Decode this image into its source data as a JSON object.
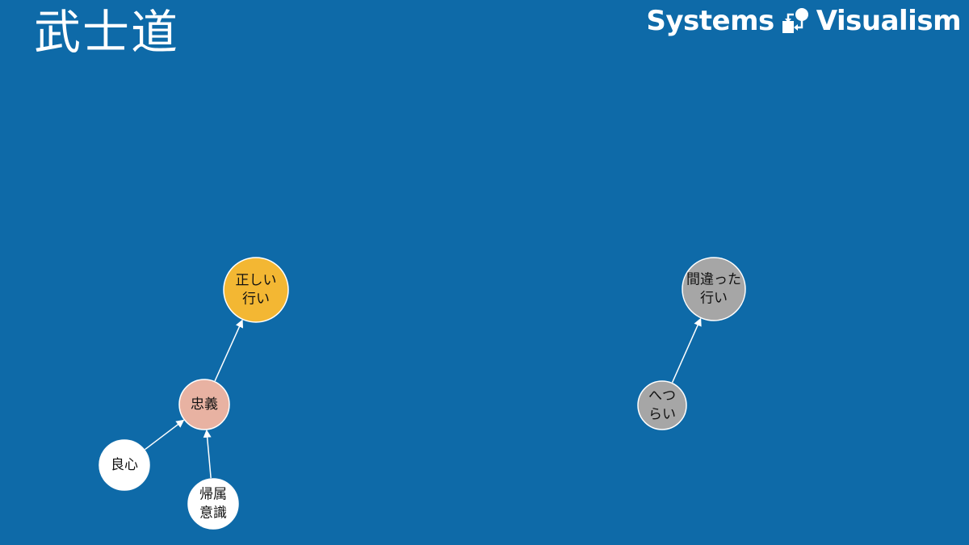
{
  "title": "武士道",
  "logo": {
    "left_text": "Systems",
    "right_text": "Visualism",
    "icon": "systems-visualism-logo-icon"
  },
  "colors": {
    "background": "#0e6aa8",
    "node_yellow": "#f3b733",
    "node_pink": "#e8b2a2",
    "node_white": "#ffffff",
    "node_gray": "#a6a6a6",
    "arrow": "#ffffff"
  },
  "nodes": [
    {
      "id": "tadashii",
      "lines": [
        "正しい",
        "行い"
      ],
      "color": "#f3b733"
    },
    {
      "id": "chugi",
      "lines": [
        "忠義"
      ],
      "color": "#e8b2a2"
    },
    {
      "id": "ryoshin",
      "lines": [
        "良心"
      ],
      "color": "#ffffff"
    },
    {
      "id": "kizoku",
      "lines": [
        "帰属",
        "意識"
      ],
      "color": "#ffffff"
    },
    {
      "id": "machigatta",
      "lines": [
        "間違った",
        "行い"
      ],
      "color": "#a6a6a6"
    },
    {
      "id": "hetsurai",
      "lines": [
        "へつ",
        "らい"
      ],
      "color": "#a6a6a6"
    }
  ],
  "edges": [
    {
      "from": "chugi",
      "to": "tadashii"
    },
    {
      "from": "ryoshin",
      "to": "chugi"
    },
    {
      "from": "kizoku",
      "to": "chugi"
    },
    {
      "from": "hetsurai",
      "to": "machigatta"
    }
  ]
}
